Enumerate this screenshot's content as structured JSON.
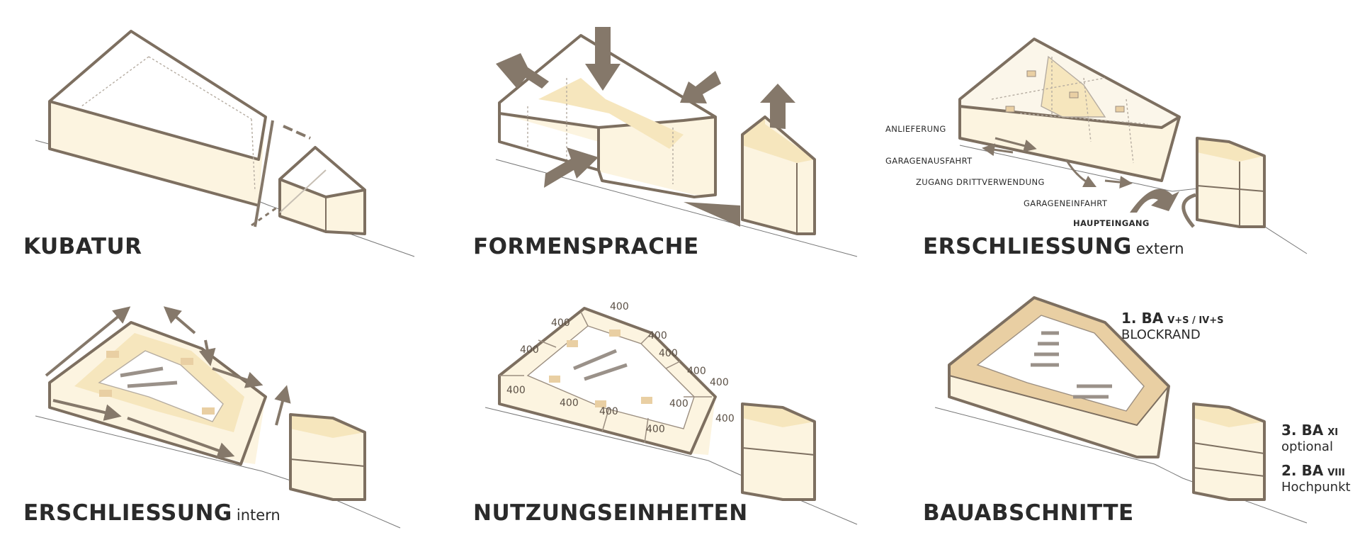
{
  "panels": {
    "kubatur": {
      "title": "KUBATUR"
    },
    "formensprache": {
      "title": "FORMENSPRACHE"
    },
    "erschliessung_extern": {
      "title": "ERSCHLIESSUNG",
      "suffix": "extern",
      "labels": {
        "anlieferung": "ANLIEFERUNG",
        "garagenausfahrt": "GARAGENAUSFAHRT",
        "zugang": "ZUGANG DRITTVERWENDUNG",
        "garageneinfahrt": "GARAGENEINFAHRT",
        "haupteingang": "HAUPTEINGANG"
      }
    },
    "erschliessung_intern": {
      "title": "ERSCHLIESSUNG",
      "suffix": "intern"
    },
    "nutzungseinheiten": {
      "title": "NUTZUNGSEINHEITEN",
      "units": [
        "400",
        "400",
        "400",
        "400",
        "400",
        "400",
        "400",
        "400",
        "400",
        "400",
        "400",
        "400",
        "400"
      ]
    },
    "bauabschnitte": {
      "title": "BAUABSCHNITTE",
      "ba1": {
        "head": "1. BA",
        "sub": "V+S / IV+S",
        "desc": "BLOCKRAND"
      },
      "ba3": {
        "head": "3. BA",
        "sub": "XI",
        "desc": "optional"
      },
      "ba2": {
        "head": "2. BA",
        "sub": "VIII",
        "desc": "Hochpunkt"
      }
    }
  },
  "colors": {
    "outline": "#7d6f60",
    "arrow": "#85786a",
    "fill_light": "#fbf3dd",
    "fill_mid": "#f6e6bd",
    "fill_dark": "#e9cfa3",
    "dotted": "#b5aca1"
  }
}
